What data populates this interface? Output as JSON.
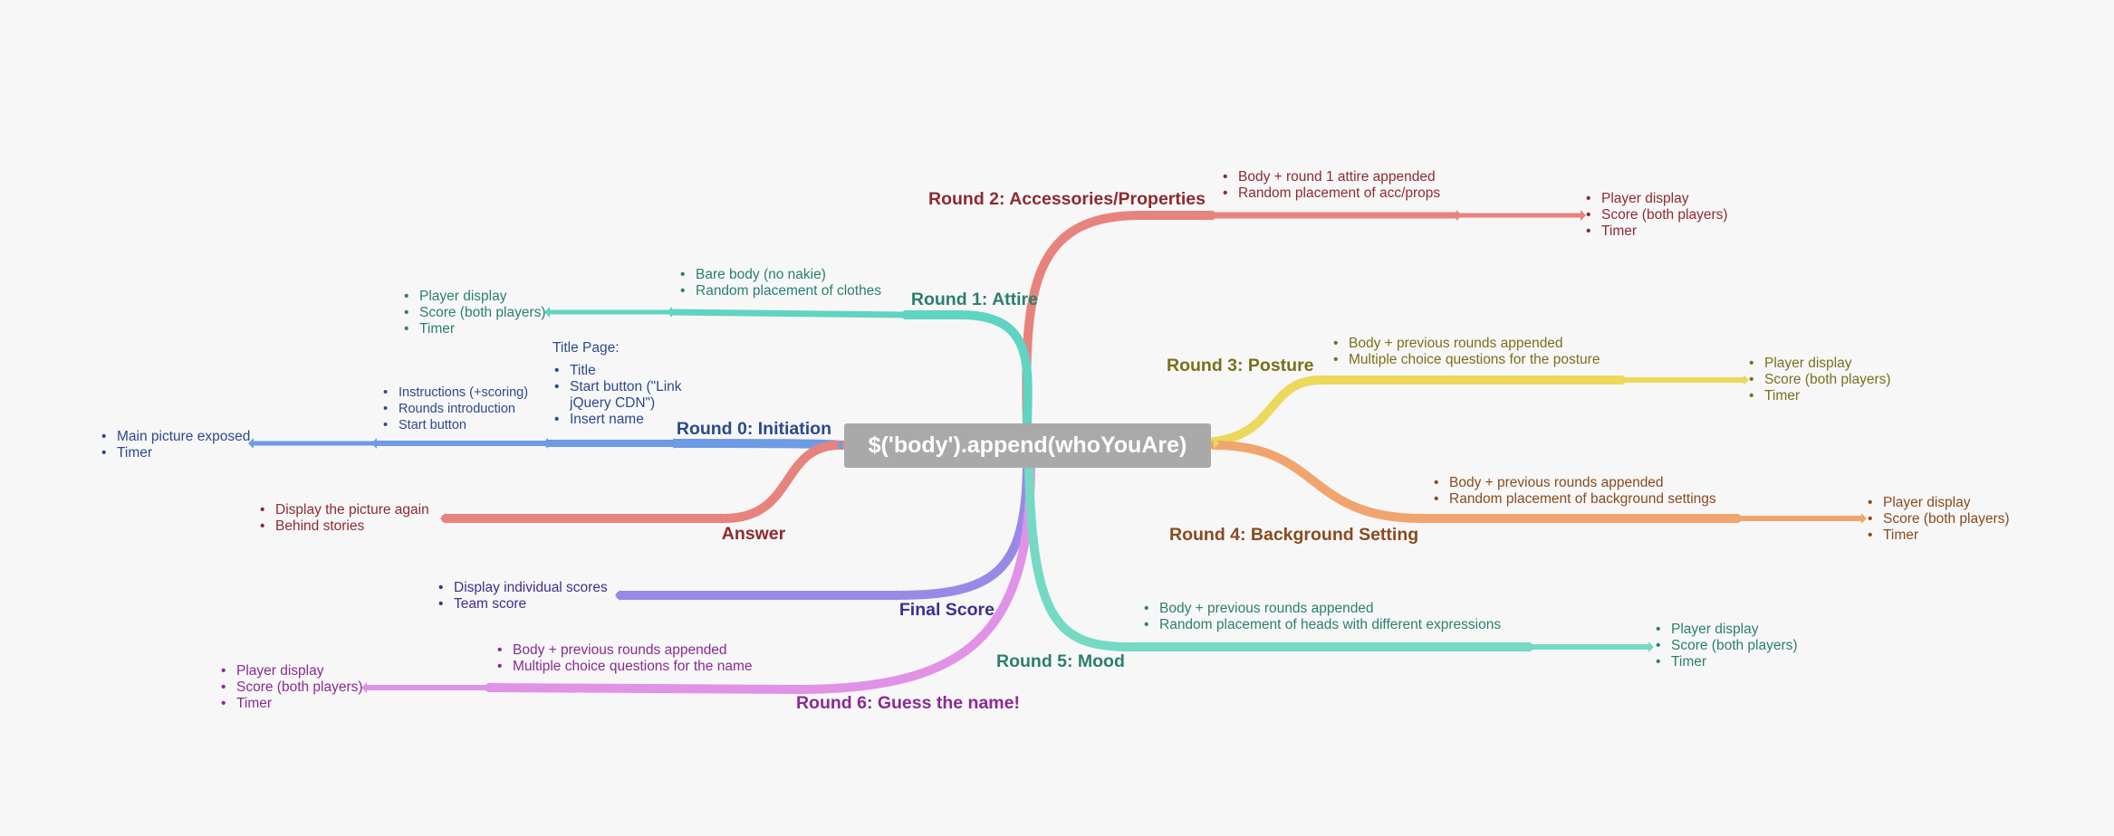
{
  "root": {
    "label": "$('body').append(whoYouAre)"
  },
  "colors": {
    "round2": "#e8827d",
    "round1": "#5fd4c2",
    "round0": "#6d9be5",
    "answer": "#e8827d",
    "final": "#978ae6",
    "round6": "#e093e6",
    "round3": "#ecd85a",
    "round4": "#f0a56e",
    "round5": "#74dac4"
  },
  "branches": {
    "round2": {
      "title": "Round 2: Accessories/Properties",
      "notes1": [
        "Body + round 1 attire appended",
        "Random placement of acc/props"
      ],
      "notes2": [
        "Player display",
        "Score (both players)",
        "Timer"
      ]
    },
    "round1": {
      "title": "Round 1: Attire",
      "notes1": [
        "Bare body (no nakie)",
        "Random placement of clothes"
      ],
      "notes2": [
        "Player display",
        "Score (both players)",
        "Timer"
      ]
    },
    "round0": {
      "title": "Round 0: Initiation",
      "title_page_caption": "Title Page:",
      "notes1": [
        "Title",
        "Start button (\"Link jQuery CDN\")",
        "Insert name"
      ],
      "notes2": [
        "Instructions (+scoring)",
        "Rounds introduction",
        "Start button"
      ],
      "notes3": [
        "Main picture exposed",
        "Timer"
      ]
    },
    "answer": {
      "title": "Answer",
      "notes1": [
        "Display the picture again",
        "Behind stories"
      ]
    },
    "final": {
      "title": "Final Score",
      "notes1": [
        "Display individual scores",
        "Team score"
      ]
    },
    "round6": {
      "title": "Round 6: Guess the name!",
      "notes1": [
        "Body + previous rounds appended",
        "Multiple choice questions for the name"
      ],
      "notes2": [
        "Player display",
        "Score (both players)",
        "Timer"
      ]
    },
    "round3": {
      "title": "Round 3: Posture",
      "notes1": [
        "Body + previous rounds appended",
        "Multiple choice questions for the posture"
      ],
      "notes2": [
        "Player display",
        "Score (both players)",
        "Timer"
      ]
    },
    "round4": {
      "title": "Round 4: Background Setting",
      "notes1": [
        "Body + previous rounds appended",
        "Random placement of background settings"
      ],
      "notes2": [
        "Player display",
        "Score (both players)",
        "Timer"
      ]
    },
    "round5": {
      "title": "Round 5: Mood",
      "notes1": [
        "Body + previous rounds appended",
        "Random placement of heads with different expressions"
      ],
      "notes2": [
        "Player display",
        "Score (both players)",
        "Timer"
      ]
    }
  }
}
